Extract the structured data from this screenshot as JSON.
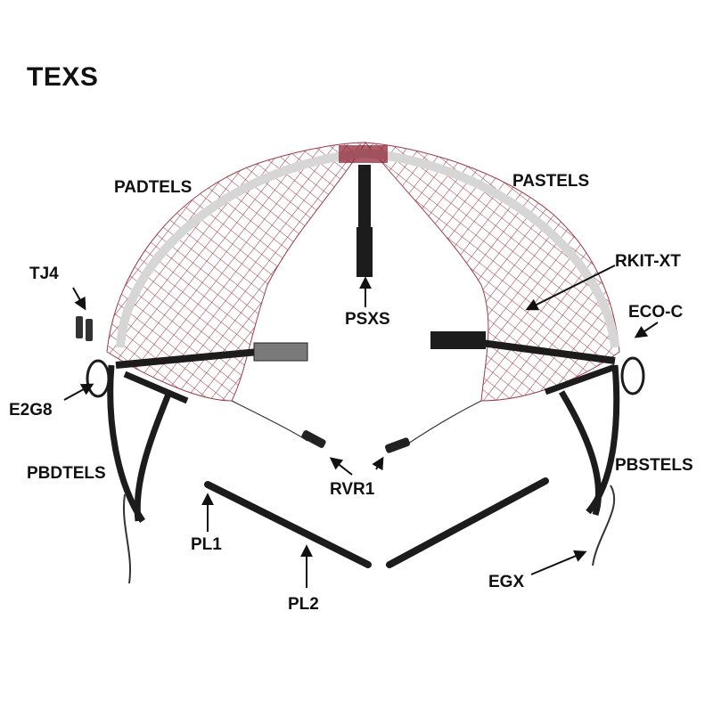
{
  "title": "TEXS",
  "labels": {
    "padtels": "PADTELS",
    "pastels": "PASTELS",
    "tj4": "TJ4",
    "psxs": "PSXS",
    "rkit_xt": "RKIT-XT",
    "eco_c": "ECO-C",
    "e2g8": "E2G8",
    "pbdtels": "PBDTELS",
    "pbstels": "PBSTELS",
    "rvr1": "RVR1",
    "pl1": "PL1",
    "pl2": "PL2",
    "egx": "EGX"
  },
  "colors": {
    "net": "#8b1a2b",
    "frame": "#1c1c1c",
    "arc": "#d6d6d6",
    "sleeve": "#7a7a7a",
    "text": "#111111"
  }
}
